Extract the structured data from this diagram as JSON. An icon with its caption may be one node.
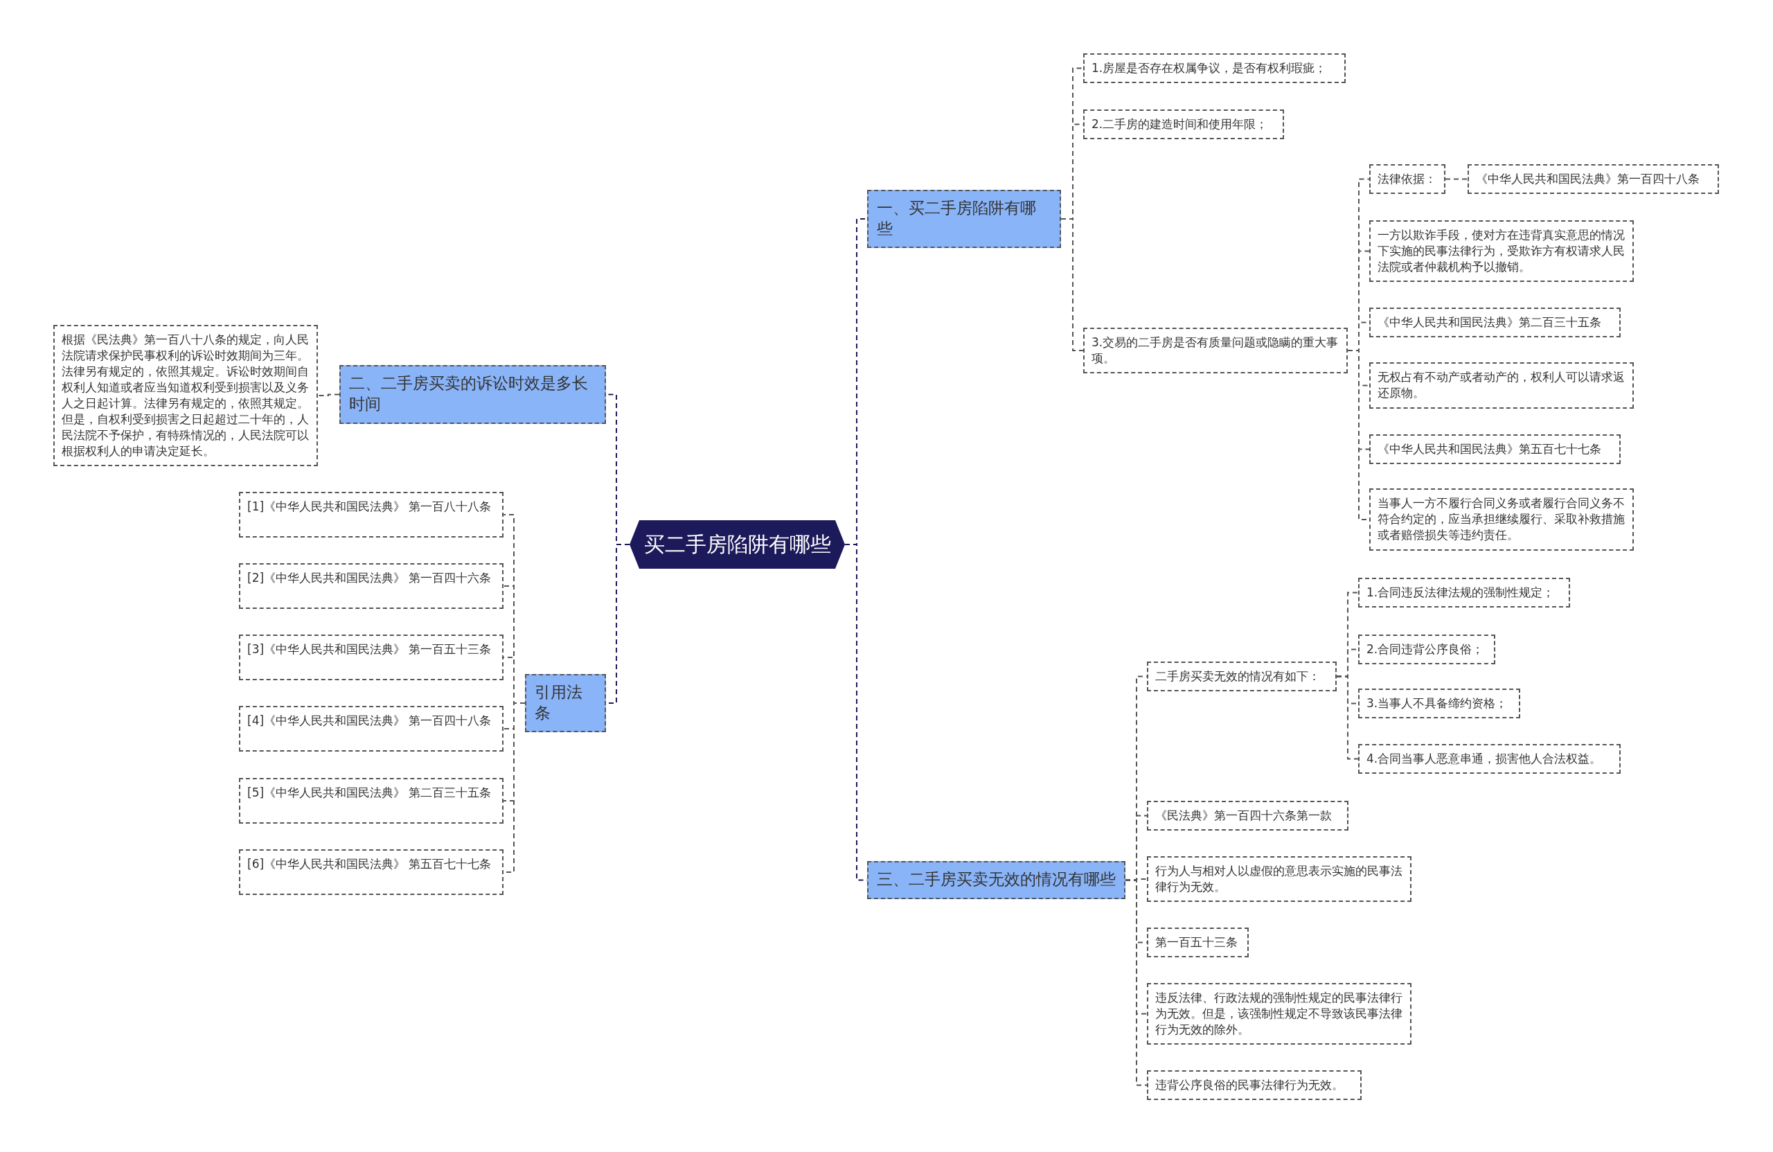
{
  "diagram": {
    "nodes": [
      {
        "text": [
          "买二手房陷阱有哪些"
        ]
      },
      {
        "text": [
          "一、买二手房陷阱有哪些"
        ]
      },
      {
        "text": [
          "1.房屋是否存在权属争议，是否有权利瑕疵；"
        ]
      },
      {
        "text": [
          "2.二手房的建造时间和使用年限；"
        ]
      },
      {
        "text": [
          "3.交易的二手房是否有质量问题或隐瞒的重大事项。"
        ]
      },
      {
        "text": [
          "法律依据："
        ]
      },
      {
        "text": [
          "《中华人民共和国民法典》第一百四十八条"
        ]
      },
      {
        "text": [
          "一方以欺诈手段，使对方在违背真实意思的情况下实施的民事法律行为，受欺诈方有权请求人民法院或者仲裁机构予以撤销。"
        ]
      },
      {
        "text": [
          "《中华人民共和国民法典》第二百三十五条"
        ]
      },
      {
        "text": [
          "无权占有不动产或者动产的，权利人可以请求返还原物。"
        ]
      },
      {
        "text": [
          "《中华人民共和国民法典》第五百七十七条"
        ]
      },
      {
        "text": [
          "当事人一方不履行合同义务或者履行合同义务不符合约定的，应当承担继续履行、采取补救措施或者赔偿损失等违约责任。"
        ]
      },
      {
        "text": [
          "二、二手房买卖的诉讼时效是多长时间"
        ]
      },
      {
        "text": [
          "根据《民法典》第一百八十八条的规定，向人民法院请求保护民事权利的诉讼时效期间为三年。法律另有规定的，依照其规定。诉讼时效期间自权利人知道或者应当知道权利受到损害以及义务人之日起计算。法律另有规定的，依照其规定。但是，自权利受到损害之日起超过二十年的，人民法院不予保护，有特殊情况的，人民法院可以根据权利人的申请决定延长。"
        ]
      },
      {
        "text": [
          "引用法条"
        ]
      },
      {
        "text": [
          "[1]《中华人民共和国民法典》 第一百八十八条"
        ]
      },
      {
        "text": [
          "[2]《中华人民共和国民法典》 第一百四十六条"
        ]
      },
      {
        "text": [
          "[3]《中华人民共和国民法典》 第一百五十三条"
        ]
      },
      {
        "text": [
          "[4]《中华人民共和国民法典》 第一百四十八条"
        ]
      },
      {
        "text": [
          "[5]《中华人民共和国民法典》 第二百三十五条"
        ]
      },
      {
        "text": [
          "[6]《中华人民共和国民法典》 第五百七十七条"
        ]
      },
      {
        "text": [
          "三、二手房买卖无效的情况有哪些"
        ]
      },
      {
        "text": [
          "二手房买卖无效的情况有如下："
        ]
      },
      {
        "text": [
          "1.合同违反法律法规的强制性规定；"
        ]
      },
      {
        "text": [
          "2.合同违背公序良俗；"
        ]
      },
      {
        "text": [
          "3.当事人不具备缔约资格；"
        ]
      },
      {
        "text": [
          "4.合同当事人恶意串通，损害他人合法权益。"
        ]
      },
      {
        "text": [
          "《民法典》第一百四十六条第一款"
        ]
      },
      {
        "text": [
          "行为人与相对人以虚假的意思表示实施的民事法律行为无效。"
        ]
      },
      {
        "text": [
          "第一百五十三条"
        ]
      },
      {
        "text": [
          "违反法律、行政法规的强制性规定的民事法律行为无效。但是，该强制性规定不导致该民事法律行为无效的除外。"
        ]
      },
      {
        "text": [
          "违背公序良俗的民事法律行为无效。"
        ]
      }
    ],
    "edges": [
      {
        "from": 0,
        "to": 1,
        "arrow": "none",
        "style": "dashed",
        "color": "#1c1a5a"
      },
      {
        "from": 1,
        "to": 2,
        "arrow": "none",
        "style": "dashed"
      },
      {
        "from": 1,
        "to": 3,
        "arrow": "none",
        "style": "dashed"
      },
      {
        "from": 1,
        "to": 4,
        "arrow": "none",
        "style": "dashed"
      },
      {
        "from": 4,
        "to": 5,
        "arrow": "none",
        "style": "dashed"
      },
      {
        "from": 5,
        "to": 6,
        "arrow": "none",
        "style": "dashed"
      },
      {
        "from": 4,
        "to": 7,
        "arrow": "none",
        "style": "dashed"
      },
      {
        "from": 4,
        "to": 8,
        "arrow": "none",
        "style": "dashed"
      },
      {
        "from": 4,
        "to": 9,
        "arrow": "none",
        "style": "dashed"
      },
      {
        "from": 4,
        "to": 10,
        "arrow": "none",
        "style": "dashed"
      },
      {
        "from": 4,
        "to": 11,
        "arrow": "none",
        "style": "dashed"
      },
      {
        "from": 0,
        "to": 12,
        "arrow": "none",
        "style": "dashed",
        "color": "#1c1a5a"
      },
      {
        "from": 12,
        "to": 13,
        "arrow": "none",
        "style": "dashed"
      },
      {
        "from": 0,
        "to": 14,
        "arrow": "none",
        "style": "dashed",
        "color": "#1c1a5a"
      },
      {
        "from": 14,
        "to": 15,
        "arrow": "none",
        "style": "dashed"
      },
      {
        "from": 14,
        "to": 16,
        "arrow": "none",
        "style": "dashed"
      },
      {
        "from": 14,
        "to": 17,
        "arrow": "none",
        "style": "dashed"
      },
      {
        "from": 14,
        "to": 18,
        "arrow": "none",
        "style": "dashed"
      },
      {
        "from": 14,
        "to": 19,
        "arrow": "none",
        "style": "dashed"
      },
      {
        "from": 14,
        "to": 20,
        "arrow": "none",
        "style": "dashed"
      },
      {
        "from": 0,
        "to": 21,
        "arrow": "none",
        "style": "dashed",
        "color": "#1c1a5a"
      },
      {
        "from": 21,
        "to": 22,
        "arrow": "none",
        "style": "dashed"
      },
      {
        "from": 22,
        "to": 23,
        "arrow": "none",
        "style": "dashed"
      },
      {
        "from": 22,
        "to": 24,
        "arrow": "none",
        "style": "dashed"
      },
      {
        "from": 22,
        "to": 25,
        "arrow": "none",
        "style": "dashed"
      },
      {
        "from": 22,
        "to": 26,
        "arrow": "none",
        "style": "dashed"
      },
      {
        "from": 21,
        "to": 27,
        "arrow": "none",
        "style": "dashed"
      },
      {
        "from": 21,
        "to": 28,
        "arrow": "none",
        "style": "dashed"
      },
      {
        "from": 21,
        "to": 29,
        "arrow": "none",
        "style": "dashed"
      },
      {
        "from": 21,
        "to": 30,
        "arrow": "none",
        "style": "dashed"
      },
      {
        "from": 21,
        "to": 31,
        "arrow": "none",
        "style": "dashed"
      }
    ]
  }
}
